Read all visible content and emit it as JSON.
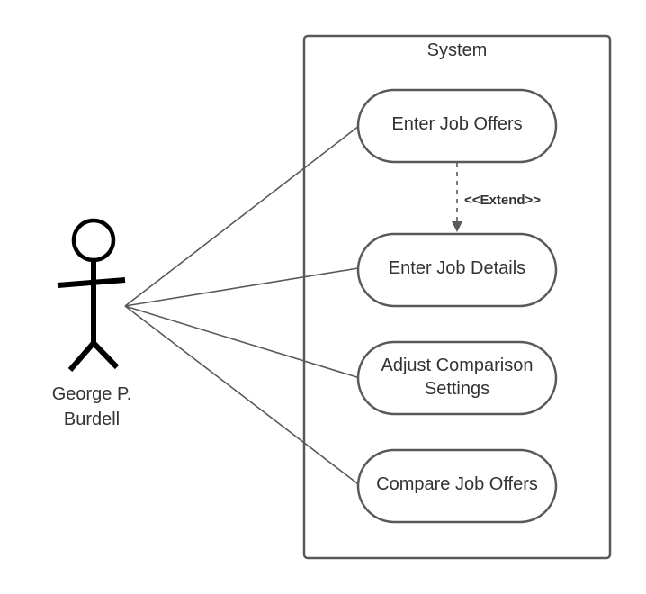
{
  "system": {
    "title": "System"
  },
  "actor": {
    "name_line1": "George P.",
    "name_line2": "Burdell"
  },
  "use_cases": [
    {
      "label_line1": "Enter Job Offers",
      "label_line2": ""
    },
    {
      "label_line1": "Enter Job Details",
      "label_line2": ""
    },
    {
      "label_line1": "Adjust Comparison",
      "label_line2": "Settings"
    },
    {
      "label_line1": "Compare Job Offers",
      "label_line2": ""
    }
  ],
  "relationships": {
    "extend_label": "<<Extend>>"
  },
  "colors": {
    "stroke": "#595959",
    "actor_stroke": "#000000",
    "text": "#333333",
    "background": "#ffffff"
  }
}
